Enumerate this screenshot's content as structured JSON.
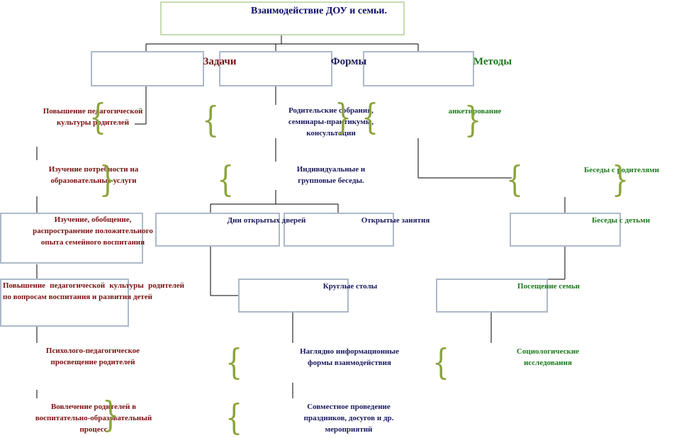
{
  "title": "Взаимодействие ДОУ и семьи.",
  "headers": {
    "tasks": "Задачи",
    "forms": "Формы",
    "methods": "Методы"
  },
  "tasks": [
    "Повышение педагогической культуры родителей",
    "Изучение потребности на образовательные услуги",
    "Изучение, обобщение, распространение положительного опыта семейного воспитания",
    "Повышение педагогической культуры родителей по вопросам воспитания и развития детей",
    "Психолого-педагогическое просвещение родителей",
    "Вовлечение родителей в воспитательно-образовательный процесс"
  ],
  "forms": [
    "Родительские собрания, семинары-практикумы, консультации",
    "Индивидуальные и групповые беседы.",
    "Дни открытых дверей",
    "Открытые занятия",
    "Круглые столы",
    "Наглядно информационные формы взаимодействия",
    "Совместное проведение праздников, досугов и др. мероприятий"
  ],
  "methods": [
    "анкетирование",
    "Беседы с родителями",
    "Беседы с детьми",
    "Посещение семьи",
    "Социологические исследования"
  ],
  "colors": {
    "tasks": "#7b1010",
    "forms": "#1a1a5e",
    "methods": "#1d7a1d",
    "box_border": "#adb9ca",
    "brace": "#8aa43a"
  }
}
